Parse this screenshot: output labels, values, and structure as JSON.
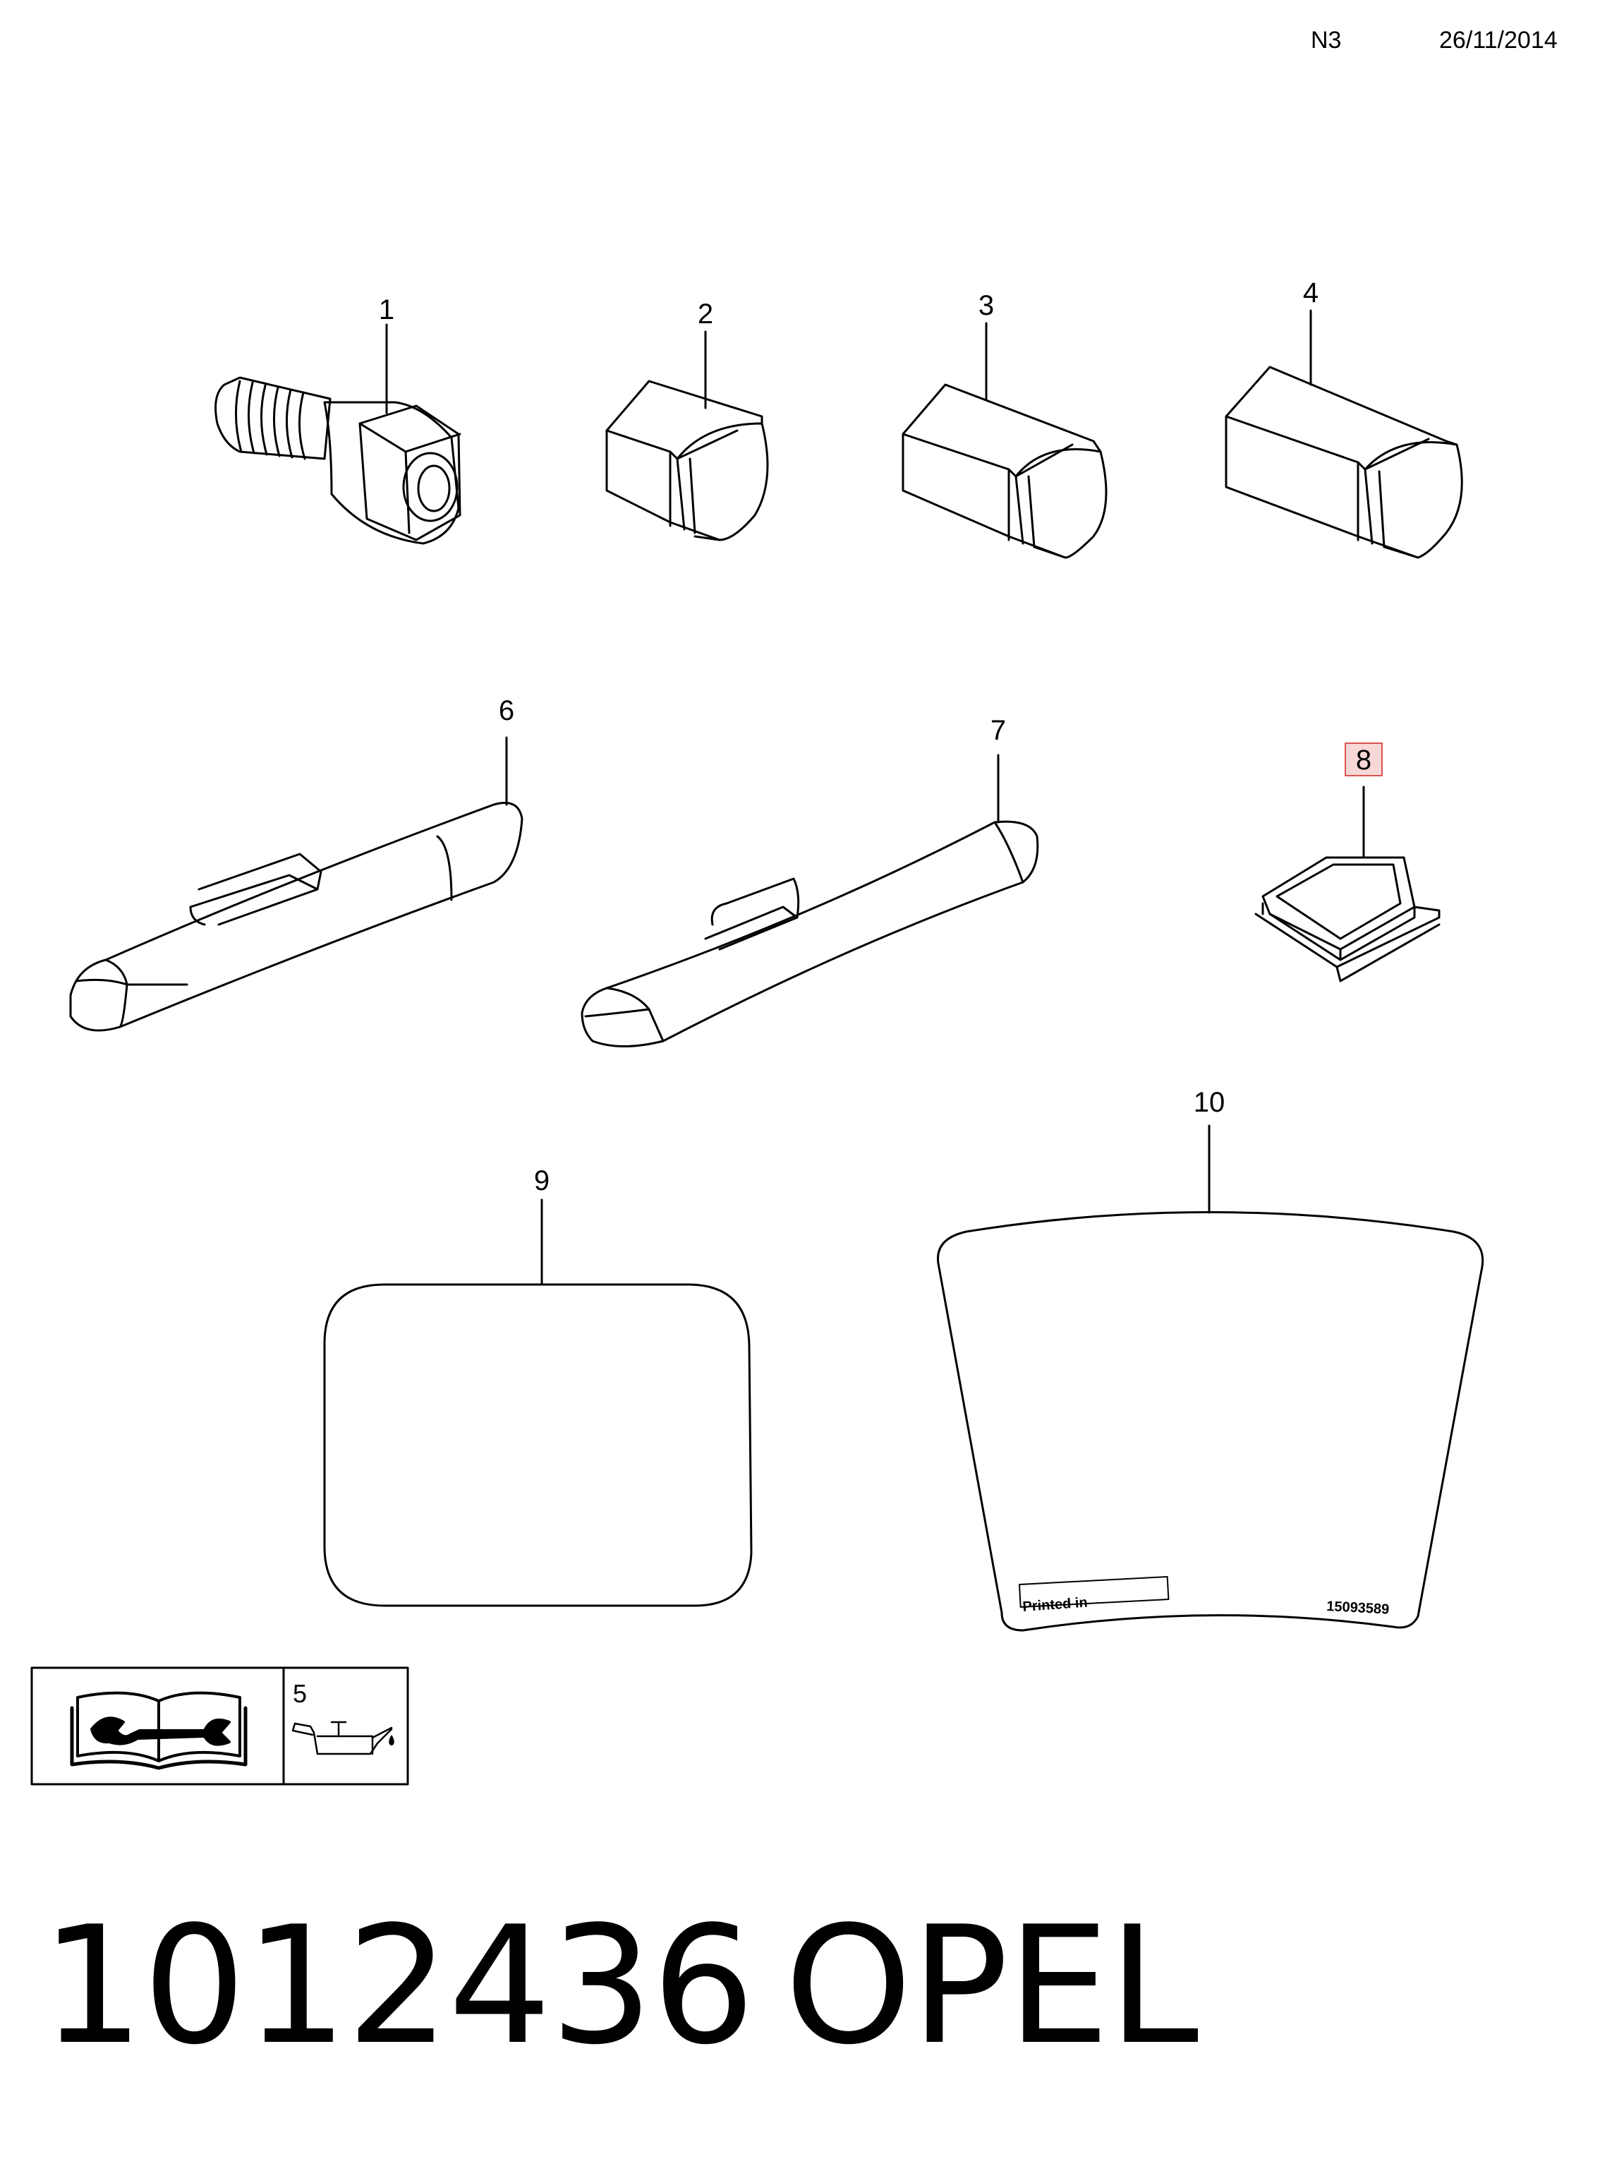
{
  "header": {
    "code": "N3",
    "date": "26/11/2014"
  },
  "callouts": [
    "1",
    "2",
    "3",
    "4",
    "5",
    "6",
    "7",
    "8",
    "9",
    "10"
  ],
  "label_card": {
    "printed_in": "Printed in",
    "part_number": "15093589"
  },
  "icons": {
    "manual": "manual-wrench-icon",
    "oil": "oil-can-icon"
  },
  "highlight_color": "#d9534f",
  "footer": {
    "number": "1012436",
    "brand": "OPEL"
  }
}
